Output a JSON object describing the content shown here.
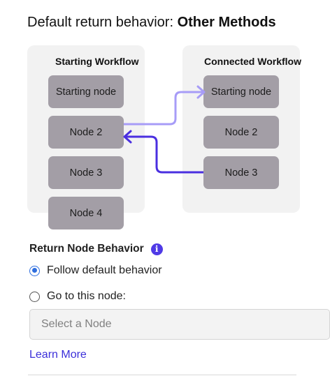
{
  "heading": {
    "prefix": "Default return behavior: ",
    "emphasis": "Other Methods"
  },
  "diagram": {
    "starting_workflow": {
      "title": "Starting Workflow",
      "nodes": [
        "Starting node",
        "Node 2",
        "Node 3",
        "Node 4"
      ]
    },
    "connected_workflow": {
      "title": "Connected Workflow",
      "nodes": [
        "Starting node",
        "Node 2",
        "Node 3"
      ]
    },
    "colors": {
      "panel_bg": "#f2f2f2",
      "node_bg": "#a39ea6",
      "outgoing_arrow": "#a79cf7",
      "return_arrow": "#4a2fe0"
    }
  },
  "return_behavior": {
    "title": "Return Node Behavior",
    "info_icon": "info-icon",
    "options": [
      {
        "label": "Follow default behavior",
        "selected": true
      },
      {
        "label": "Go to this node:",
        "selected": false
      }
    ],
    "select": {
      "placeholder": "Select a Node"
    },
    "learn_more": "Learn More"
  }
}
